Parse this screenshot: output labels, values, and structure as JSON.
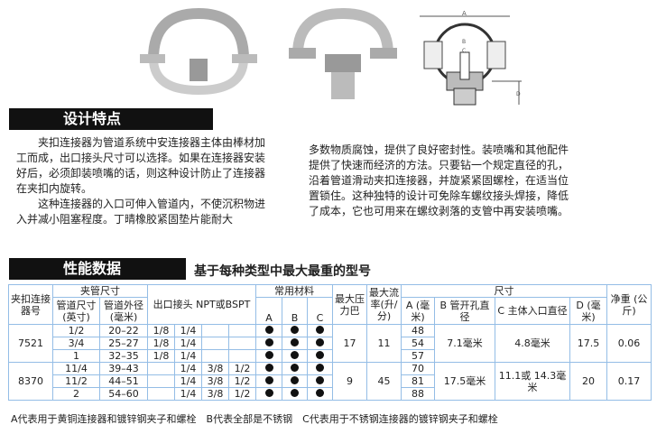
{
  "section1": {
    "title": "设计特点",
    "left_paragraphs": [
      "夹扣连接器为管道系统中安连接器主体由棒材加工而成，出口接头尺寸可以选择。如果在连接器安装好后，必须卸装喷嘴的话，则这种设计防止了连接器在夹扣内旋转。",
      "这种连接器的入口可伸入管道内，不使沉积物进入并减小阻塞程度。丁晴橡胶紧固垫片能耐大"
    ],
    "right_paragraph": "多数物质腐蚀，提供了良好密封性。装喷嘴和其他配件提供了快速而经济的方法。只要钻一个规定直径的孔，沿着管道滑动夹扣连接器，并旋紧紧固螺栓，在适当位置锁住。这种独特的设计可免除车螺纹接头焊接，降低了成本，它也可用来在螺纹剥落的支管中再安装喷嘴。"
  },
  "drawing_labels": {
    "a": "A",
    "b": "B",
    "c": "C",
    "d": "D"
  },
  "section2": {
    "title": "性能数据",
    "subtitle": "基于每种类型中最大最重的型号"
  },
  "table": {
    "headers": {
      "model": "夹扣连接器号",
      "clamp": "夹管尺寸",
      "pipe_size": "管道尺寸(英寸)",
      "pipe_od": "管道外径(毫米)",
      "outlet": "出口接头 NPT或BSPT",
      "materials": "常用材料",
      "mat_a": "A",
      "mat_b": "B",
      "mat_c": "C",
      "pressure": "最大压力巴",
      "flow": "最大流率(升/分)",
      "dims": "尺寸",
      "dim_a": "A (毫米)",
      "dim_b": "B 管开孔直径",
      "dim_c": "C 主体入口直径",
      "dim_d": "D (毫米)",
      "weight": "净重 (公斤)"
    },
    "groups": [
      {
        "model": "7521",
        "pressure": "17",
        "flow": "11",
        "b": "7.1毫米",
        "c": "4.8毫米",
        "d": "17.5",
        "weight": "0.06",
        "rows": [
          {
            "size": "1/2",
            "od": "20–22",
            "outlets": [
              "1/8",
              "1/4",
              "",
              ""
            ],
            "a": "48"
          },
          {
            "size": "3/4",
            "od": "25–27",
            "outlets": [
              "1/8",
              "1/4",
              "",
              ""
            ],
            "a": "54"
          },
          {
            "size": "1",
            "od": "32–35",
            "outlets": [
              "1/8",
              "1/4",
              "",
              ""
            ],
            "a": "57"
          }
        ]
      },
      {
        "model": "8370",
        "pressure": "9",
        "flow": "45",
        "b": "17.5毫米",
        "c": "11.1或 14.3毫米",
        "d": "20",
        "weight": "0.17",
        "rows": [
          {
            "size": "11/4",
            "od": "39–43",
            "outlets": [
              "",
              "1/4",
              "3/8",
              "1/2"
            ],
            "a": "70"
          },
          {
            "size": "11/2",
            "od": "44–51",
            "outlets": [
              "",
              "1/4",
              "3/8",
              "1/2"
            ],
            "a": "81"
          },
          {
            "size": "2",
            "od": "54–60",
            "outlets": [
              "",
              "1/4",
              "3/8",
              "1/2"
            ],
            "a": "88"
          }
        ]
      }
    ]
  },
  "footnote": "A代表用于黄铜连接器和镀锌钢夹子和螺栓　B代表全部是不锈钢　C代表用于不锈钢连接器的镀锌钢夹子和螺栓"
}
